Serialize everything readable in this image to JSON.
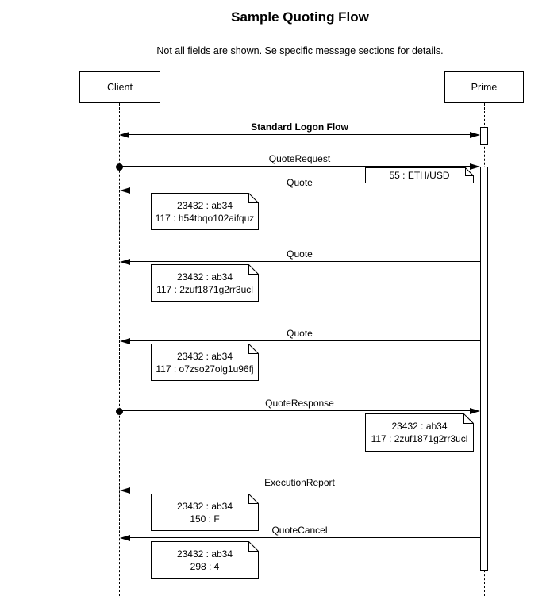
{
  "diagram": {
    "title": "Sample Quoting Flow",
    "subtitle": "Not all fields are shown. Se specific message sections for details.",
    "colors": {
      "background": "#ffffff",
      "line": "#000000",
      "note_fill": "#ffffff"
    },
    "participants": [
      {
        "name": "Client"
      },
      {
        "name": "Prime"
      }
    ],
    "messages": [
      {
        "label": "Standard Logon Flow",
        "from": "Client",
        "to": "Prime",
        "arrow": "bidirectional",
        "bold": true
      },
      {
        "label": "QuoteRequest",
        "from": "Client",
        "to": "Prime",
        "arrow": "right",
        "note": {
          "side": "right",
          "lines": [
            "55 : ETH/USD"
          ]
        }
      },
      {
        "label": "Quote",
        "from": "Prime",
        "to": "Client",
        "arrow": "left",
        "note": {
          "side": "left",
          "lines": [
            "23432 : ab34",
            "117 : h54tbqo102aifquz"
          ]
        }
      },
      {
        "label": "Quote",
        "from": "Prime",
        "to": "Client",
        "arrow": "left",
        "note": {
          "side": "left",
          "lines": [
            "23432 : ab34",
            "117 : 2zuf1871g2rr3ucl"
          ]
        }
      },
      {
        "label": "Quote",
        "from": "Prime",
        "to": "Client",
        "arrow": "left",
        "note": {
          "side": "left",
          "lines": [
            "23432 : ab34",
            "117 : o7zso27olg1u96fj"
          ]
        }
      },
      {
        "label": "QuoteResponse",
        "from": "Client",
        "to": "Prime",
        "arrow": "right",
        "note": {
          "side": "right",
          "lines": [
            "23432 : ab34",
            "117 : 2zuf1871g2rr3ucl"
          ]
        }
      },
      {
        "label": "ExecutionReport",
        "from": "Prime",
        "to": "Client",
        "arrow": "left",
        "note": {
          "side": "left",
          "lines": [
            "23432 : ab34",
            "150 : F"
          ]
        }
      },
      {
        "label": "QuoteCancel",
        "from": "Prime",
        "to": "Client",
        "arrow": "left",
        "note": {
          "side": "left",
          "lines": [
            "23432 : ab34",
            "298 : 4"
          ]
        }
      }
    ]
  }
}
